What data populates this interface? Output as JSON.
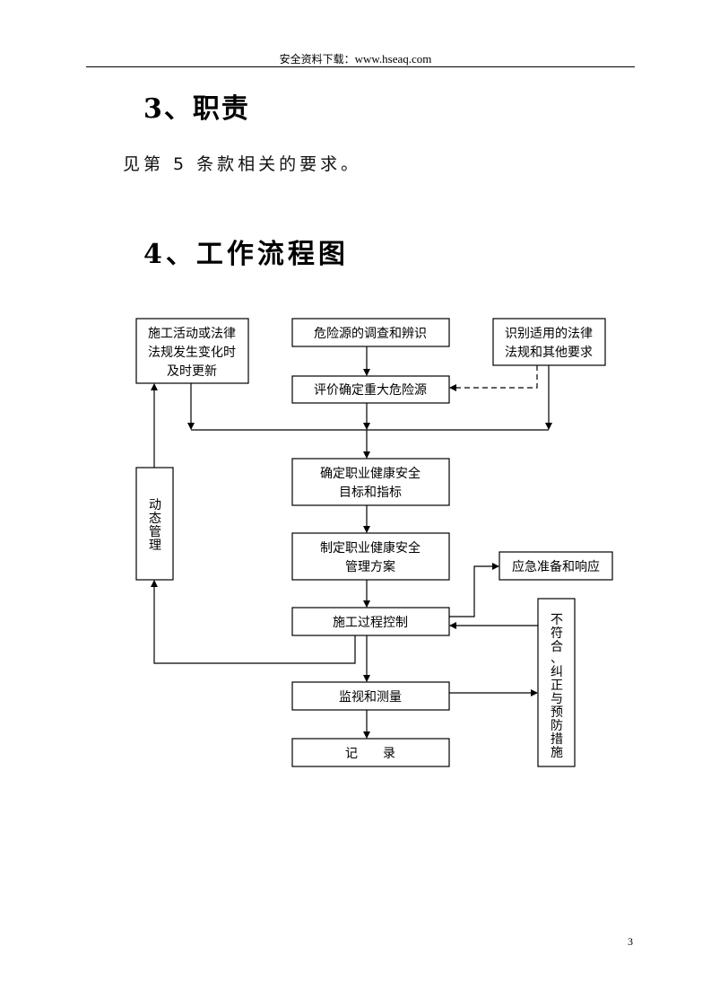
{
  "header": {
    "label": "安全资料下载：",
    "url": "www.hseaq.com"
  },
  "section3": {
    "heading": "3、职责",
    "text": "见第 5 条款相关的要求。"
  },
  "section4": {
    "heading": "4、工作流程图"
  },
  "flowchart": {
    "nodes": {
      "update": [
        "施工活动或法律",
        "法规发生变化时",
        "及时更新"
      ],
      "hazard_survey": [
        "危险源的调查和辨识"
      ],
      "legal_identify": [
        "识别适用的法律",
        "法规和其他要求"
      ],
      "evaluate": [
        "评价确定重大危险源"
      ],
      "objectives": [
        "确定职业健康安全",
        "目标和指标"
      ],
      "program": [
        "制定职业健康安全",
        "管理方案"
      ],
      "dynamic_mgmt": [
        "动",
        "态",
        "管",
        "理"
      ],
      "emergency": [
        "应急准备和响应"
      ],
      "process_control": [
        "施工过程控制"
      ],
      "nonconformity": [
        "不",
        "符",
        "合",
        "、",
        "纠",
        "正",
        "与",
        "预",
        "防",
        "措",
        "施"
      ],
      "monitoring": [
        "监视和测量"
      ],
      "records": [
        "记　　录"
      ]
    }
  },
  "page_number": "3"
}
